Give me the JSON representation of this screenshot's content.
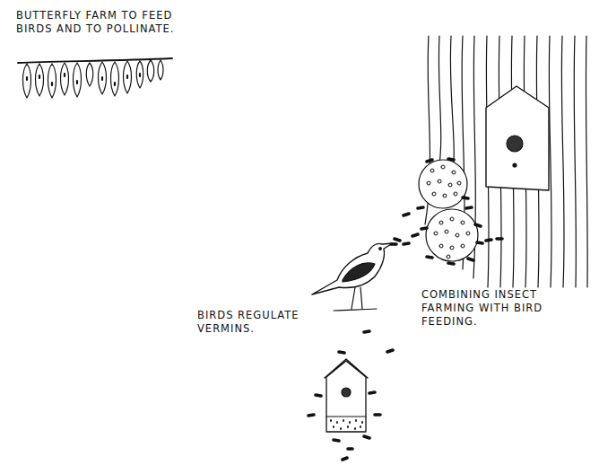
{
  "diagram": {
    "labels": [
      "BUTTERFLY FARM TO FEED BIRDS AND TO POLLINATE.",
      "BIRDS REGULATE VERMINS.",
      "COMBINING INSECT FARMING WITH BIRD FEEDING."
    ]
  }
}
